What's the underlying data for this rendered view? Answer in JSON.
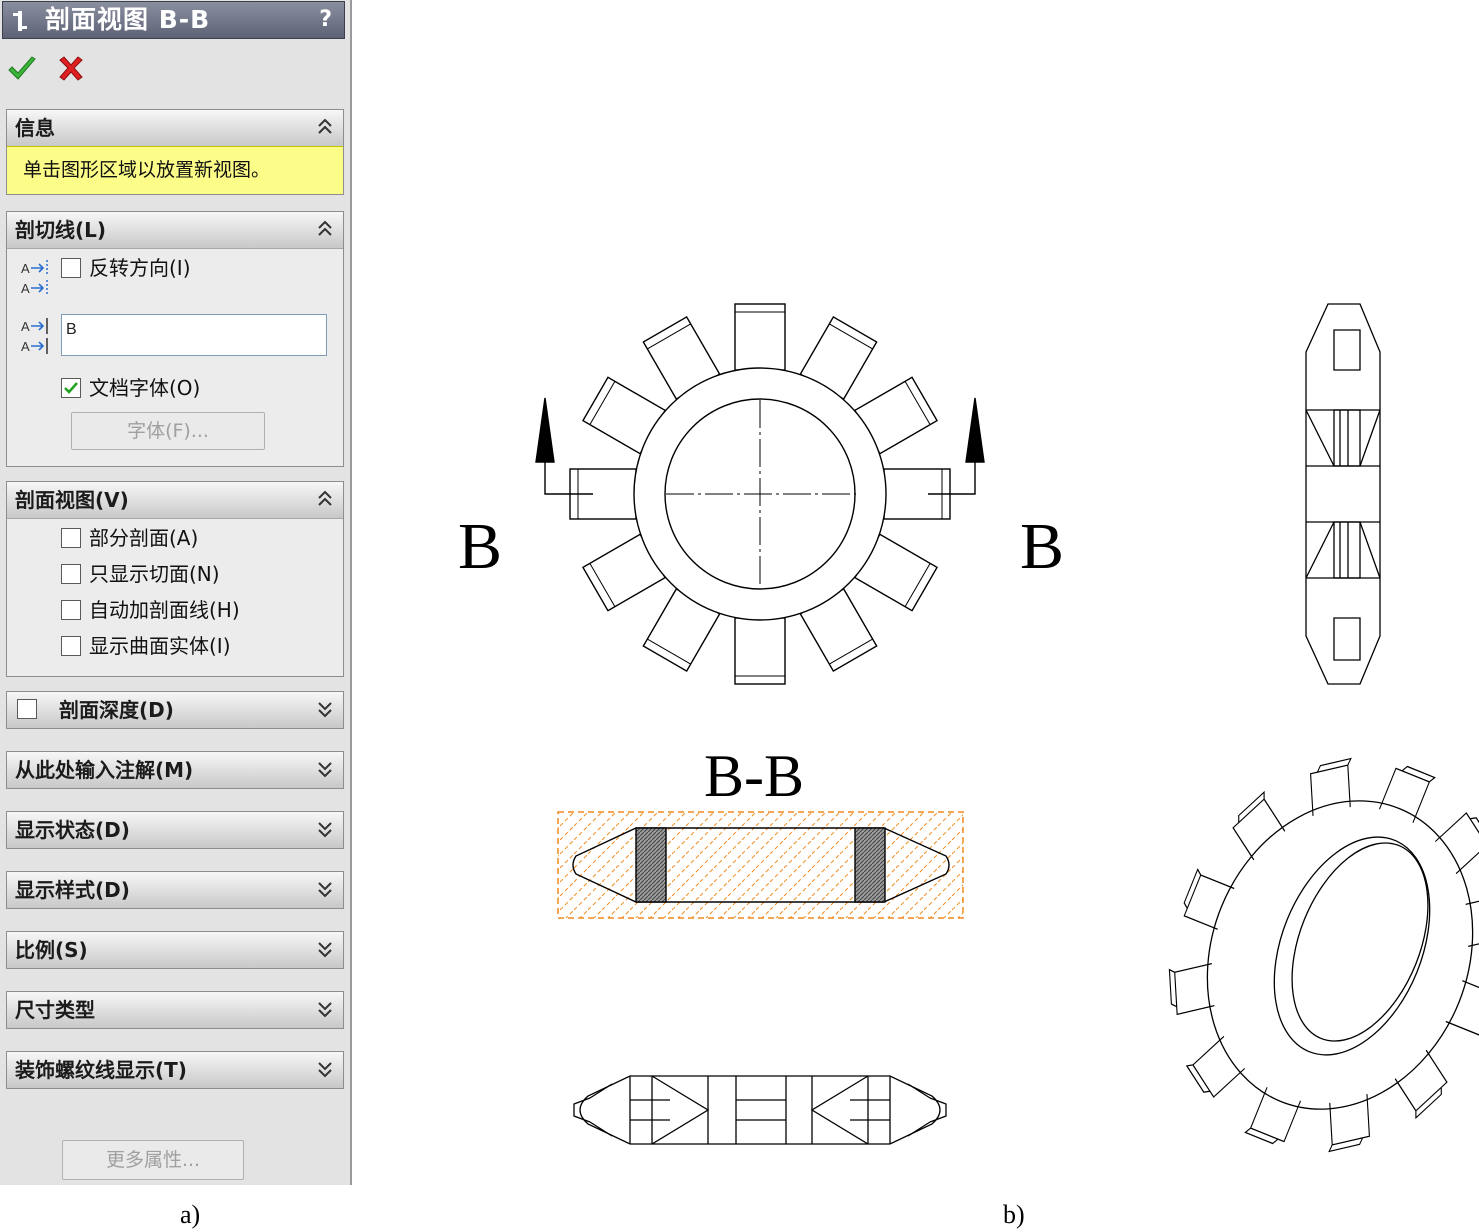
{
  "panel": {
    "title": "剖面视图 B-B",
    "help": "?",
    "ok_icon": "green-check-icon",
    "cancel_icon": "red-x-icon",
    "info": {
      "header": "信息",
      "message": "单击图形区域以放置新视图。"
    },
    "section_line": {
      "header": "剖切线(L)",
      "flip_label": "反转方向(I)",
      "flip_checked": false,
      "label_value": "B",
      "doc_font_label": "文档字体(O)",
      "doc_font_checked": true,
      "font_button": "字体(F)..."
    },
    "section_view": {
      "header": "剖面视图(V)",
      "options": [
        {
          "label": "部分剖面(A)",
          "checked": false
        },
        {
          "label": "只显示切面(N)",
          "checked": false
        },
        {
          "label": "自动加剖面线(H)",
          "checked": false
        },
        {
          "label": "显示曲面实体(I)",
          "checked": false
        }
      ]
    },
    "collapsed_groups": [
      "剖面深度(D)",
      "从此处输入注解(M)",
      "显示状态(D)",
      "显示样式(D)",
      "比例(S)",
      "尺寸类型",
      "装饰螺纹线显示(T)"
    ],
    "more_button": "更多属性..."
  },
  "drawing": {
    "left_label": "B",
    "right_label": "B",
    "section_title": "B-B",
    "hatch_color": "#f08a1c"
  },
  "captions": {
    "a": "a)",
    "b": "b)"
  }
}
